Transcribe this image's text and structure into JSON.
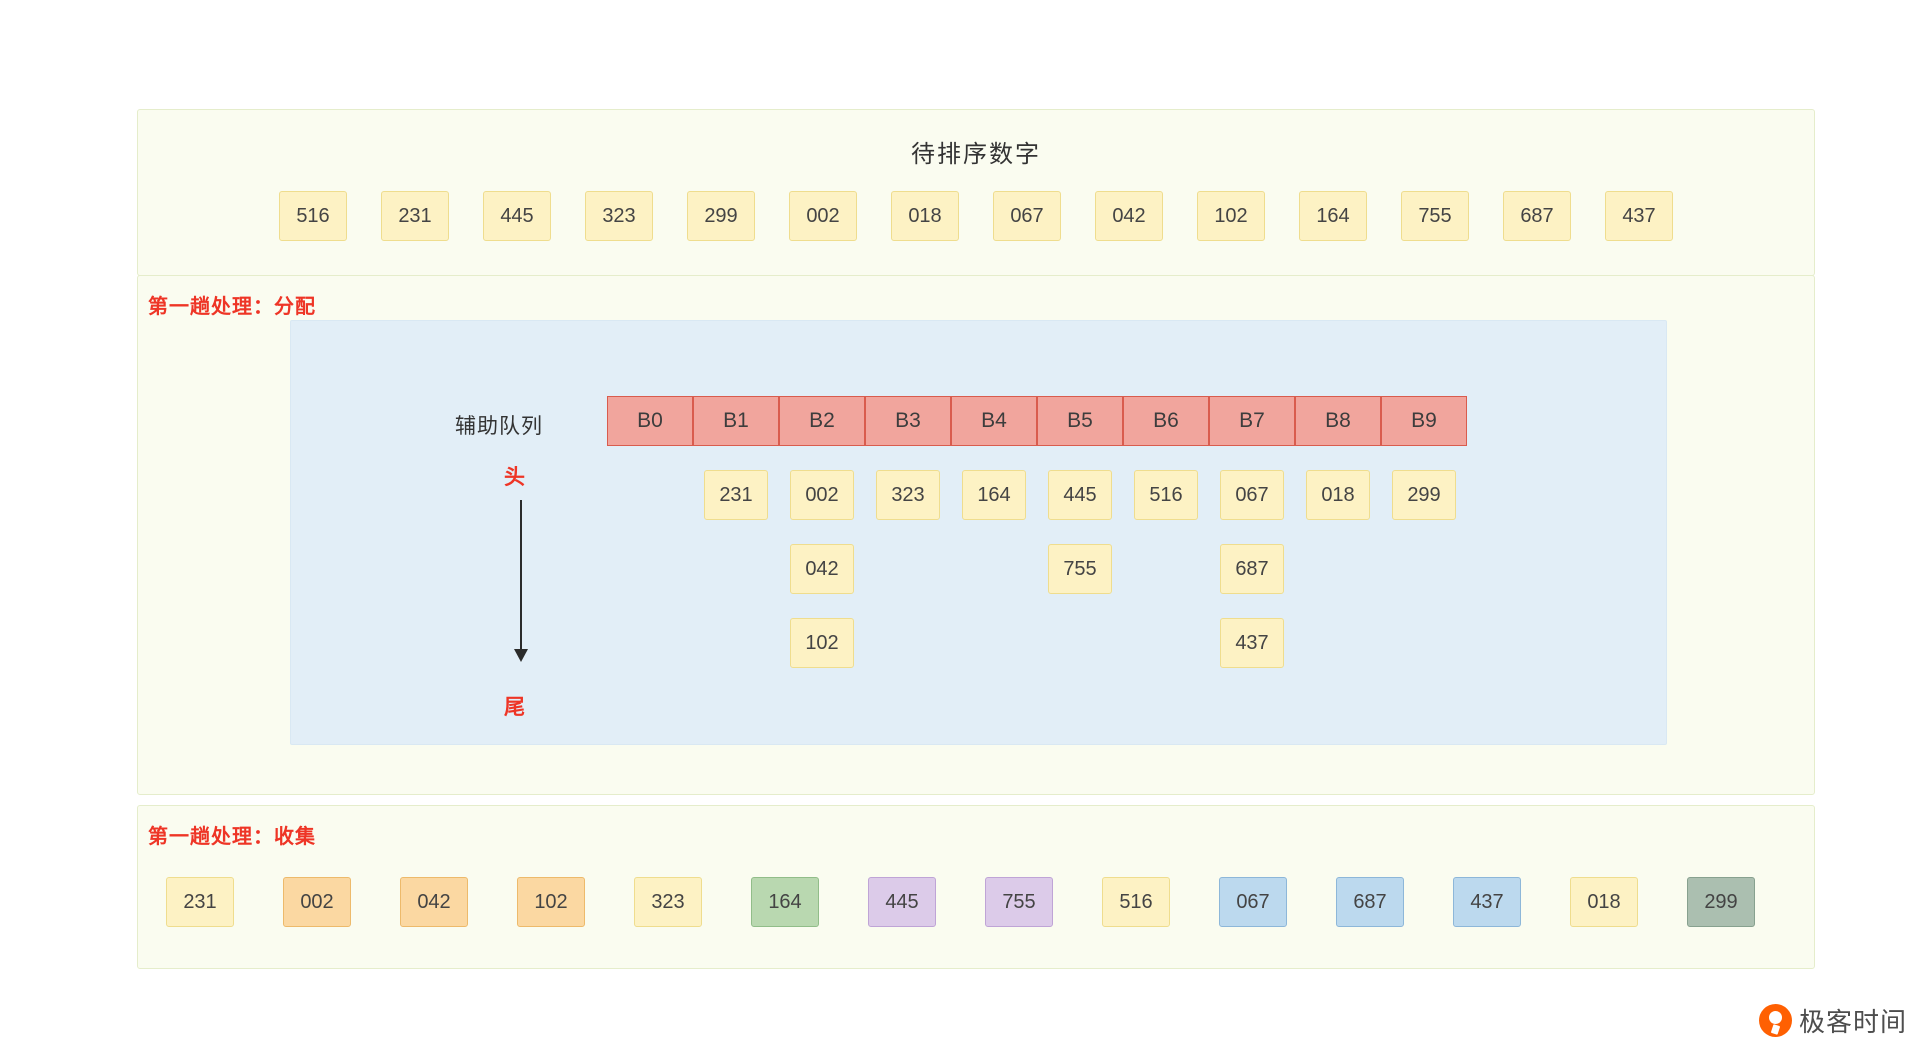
{
  "top": {
    "title": "待排序数字",
    "numbers": [
      "516",
      "231",
      "445",
      "323",
      "299",
      "002",
      "018",
      "067",
      "042",
      "102",
      "164",
      "755",
      "687",
      "437"
    ]
  },
  "distribute": {
    "label": "第一趟处理：分配",
    "queue_label": "辅助队列",
    "head_label": "头",
    "tail_label": "尾",
    "buckets": [
      "B0",
      "B1",
      "B2",
      "B3",
      "B4",
      "B5",
      "B6",
      "B7",
      "B8",
      "B9"
    ],
    "rows": [
      [
        {
          "col": 1,
          "value": "231"
        },
        {
          "col": 2,
          "value": "002"
        },
        {
          "col": 3,
          "value": "323"
        },
        {
          "col": 4,
          "value": "164"
        },
        {
          "col": 5,
          "value": "445"
        },
        {
          "col": 6,
          "value": "516"
        },
        {
          "col": 7,
          "value": "067"
        },
        {
          "col": 8,
          "value": "018"
        },
        {
          "col": 9,
          "value": "299"
        }
      ],
      [
        {
          "col": 2,
          "value": "042"
        },
        {
          "col": 5,
          "value": "755"
        },
        {
          "col": 7,
          "value": "687"
        }
      ],
      [
        {
          "col": 2,
          "value": "102"
        },
        {
          "col": 7,
          "value": "437"
        }
      ]
    ]
  },
  "collect": {
    "label": "第一趟处理：收集",
    "items": [
      {
        "value": "231",
        "color": "yellow"
      },
      {
        "value": "002",
        "color": "orange"
      },
      {
        "value": "042",
        "color": "orange"
      },
      {
        "value": "102",
        "color": "orange"
      },
      {
        "value": "323",
        "color": "yellow"
      },
      {
        "value": "164",
        "color": "green"
      },
      {
        "value": "445",
        "color": "purple"
      },
      {
        "value": "755",
        "color": "purple"
      },
      {
        "value": "516",
        "color": "yellow"
      },
      {
        "value": "067",
        "color": "blue"
      },
      {
        "value": "687",
        "color": "blue"
      },
      {
        "value": "437",
        "color": "blue"
      },
      {
        "value": "018",
        "color": "yellow"
      },
      {
        "value": "299",
        "color": "gray"
      }
    ]
  },
  "logo": {
    "text": "极客时间"
  },
  "colors": {
    "accent_red": "#ee3526",
    "bucket_fill": "#f1a59d",
    "bucket_border": "#d95c4e",
    "panel_bg": "#fafcf0",
    "queue_panel_bg": "#e2eef7",
    "yellow_box": "#fdf2c4",
    "logo_orange": "#ff6002"
  }
}
